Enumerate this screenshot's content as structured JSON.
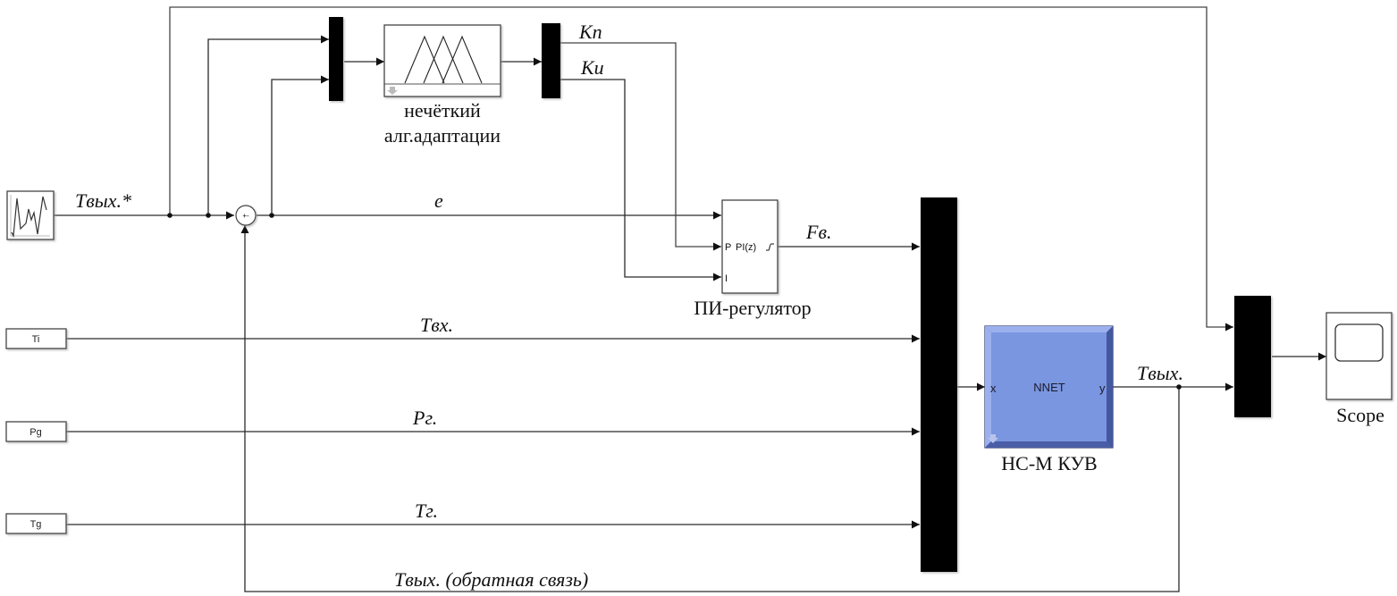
{
  "diagram": {
    "type": "simulink-block-diagram",
    "blocks": {
      "signal_source": {
        "name": "signal-source",
        "icon": "random-signal-icon"
      },
      "sum": {
        "signs": "+-"
      },
      "mux_fuzzy_in": {
        "name": "mux"
      },
      "fuzzy": {
        "caption_line1": "нечёткий",
        "caption_line2": "алг.адаптации",
        "icon": "membership-functions-icon"
      },
      "demux_fuzzy_out": {
        "name": "demux"
      },
      "pi": {
        "caption": "ПИ-регулятор",
        "center_label": "PI(z)",
        "port_p": "P",
        "port_i": "I"
      },
      "mux_main": {
        "name": "mux"
      },
      "nnet": {
        "caption": "НС-М КУВ",
        "label": "NNET",
        "port_in": "x",
        "port_out": "y",
        "color": "#7b96e0"
      },
      "mux_scope": {
        "name": "mux"
      },
      "scope": {
        "caption": "Scope"
      },
      "const_ti": {
        "label": "Ti"
      },
      "const_pg": {
        "label": "Pg"
      },
      "const_tg": {
        "label": "Tg"
      }
    },
    "signals": {
      "setpoint": "Tвых.*",
      "error": "e",
      "kp": "Кп",
      "ki": "Ки",
      "fv": "Fв.",
      "tin": "Tвх.",
      "pg": "Pг.",
      "tg": "Tг.",
      "tout": "Tвых.",
      "feedback": "Tвых. (обратная связь)"
    }
  }
}
